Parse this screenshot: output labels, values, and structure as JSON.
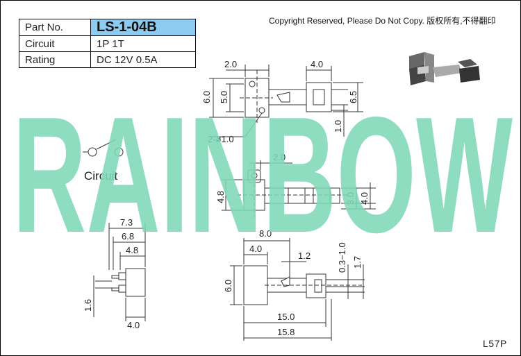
{
  "spec_table": {
    "part_no_label": "Part No.",
    "part_no_value": "LS-1-04B",
    "circuit_label": "Circuit",
    "circuit_value": "1P 1T",
    "rating_label": "Rating",
    "rating_value": "DC 12V 0.5A"
  },
  "copyright": "Copyright Reserved, Please Do Not Copy. 版权所有,不得翻印",
  "watermark_text": "RAINBOW",
  "circuit_caption": "Circuit",
  "model_code": "L57P",
  "dimensions": {
    "top_w": "2.0",
    "top_w2": "4.0",
    "top_h6": "6.0",
    "top_h5": "5.0",
    "top_h65": "6.5",
    "top_t1": "1.0",
    "holes": "2-ø1.0",
    "mid_w": "2.0",
    "mid_h48": "4.8",
    "mid_h3": "3.0",
    "mid_h4": "4.0",
    "left_73": "7.3",
    "left_68": "6.8",
    "left_48": "4.8",
    "left_16": "1.6",
    "left_40": "4.0",
    "bot_80": "8.0",
    "bot_40": "4.0",
    "bot_12": "1.2",
    "bot_0310": "0.3~1.0",
    "bot_17": "1.7",
    "bot_60": "6.0",
    "bot_150": "15.0",
    "bot_158": "15.8"
  },
  "colors": {
    "watermark": "#7fd8b8",
    "part_no_bg": "#8ecbf0",
    "line": "#333333"
  }
}
